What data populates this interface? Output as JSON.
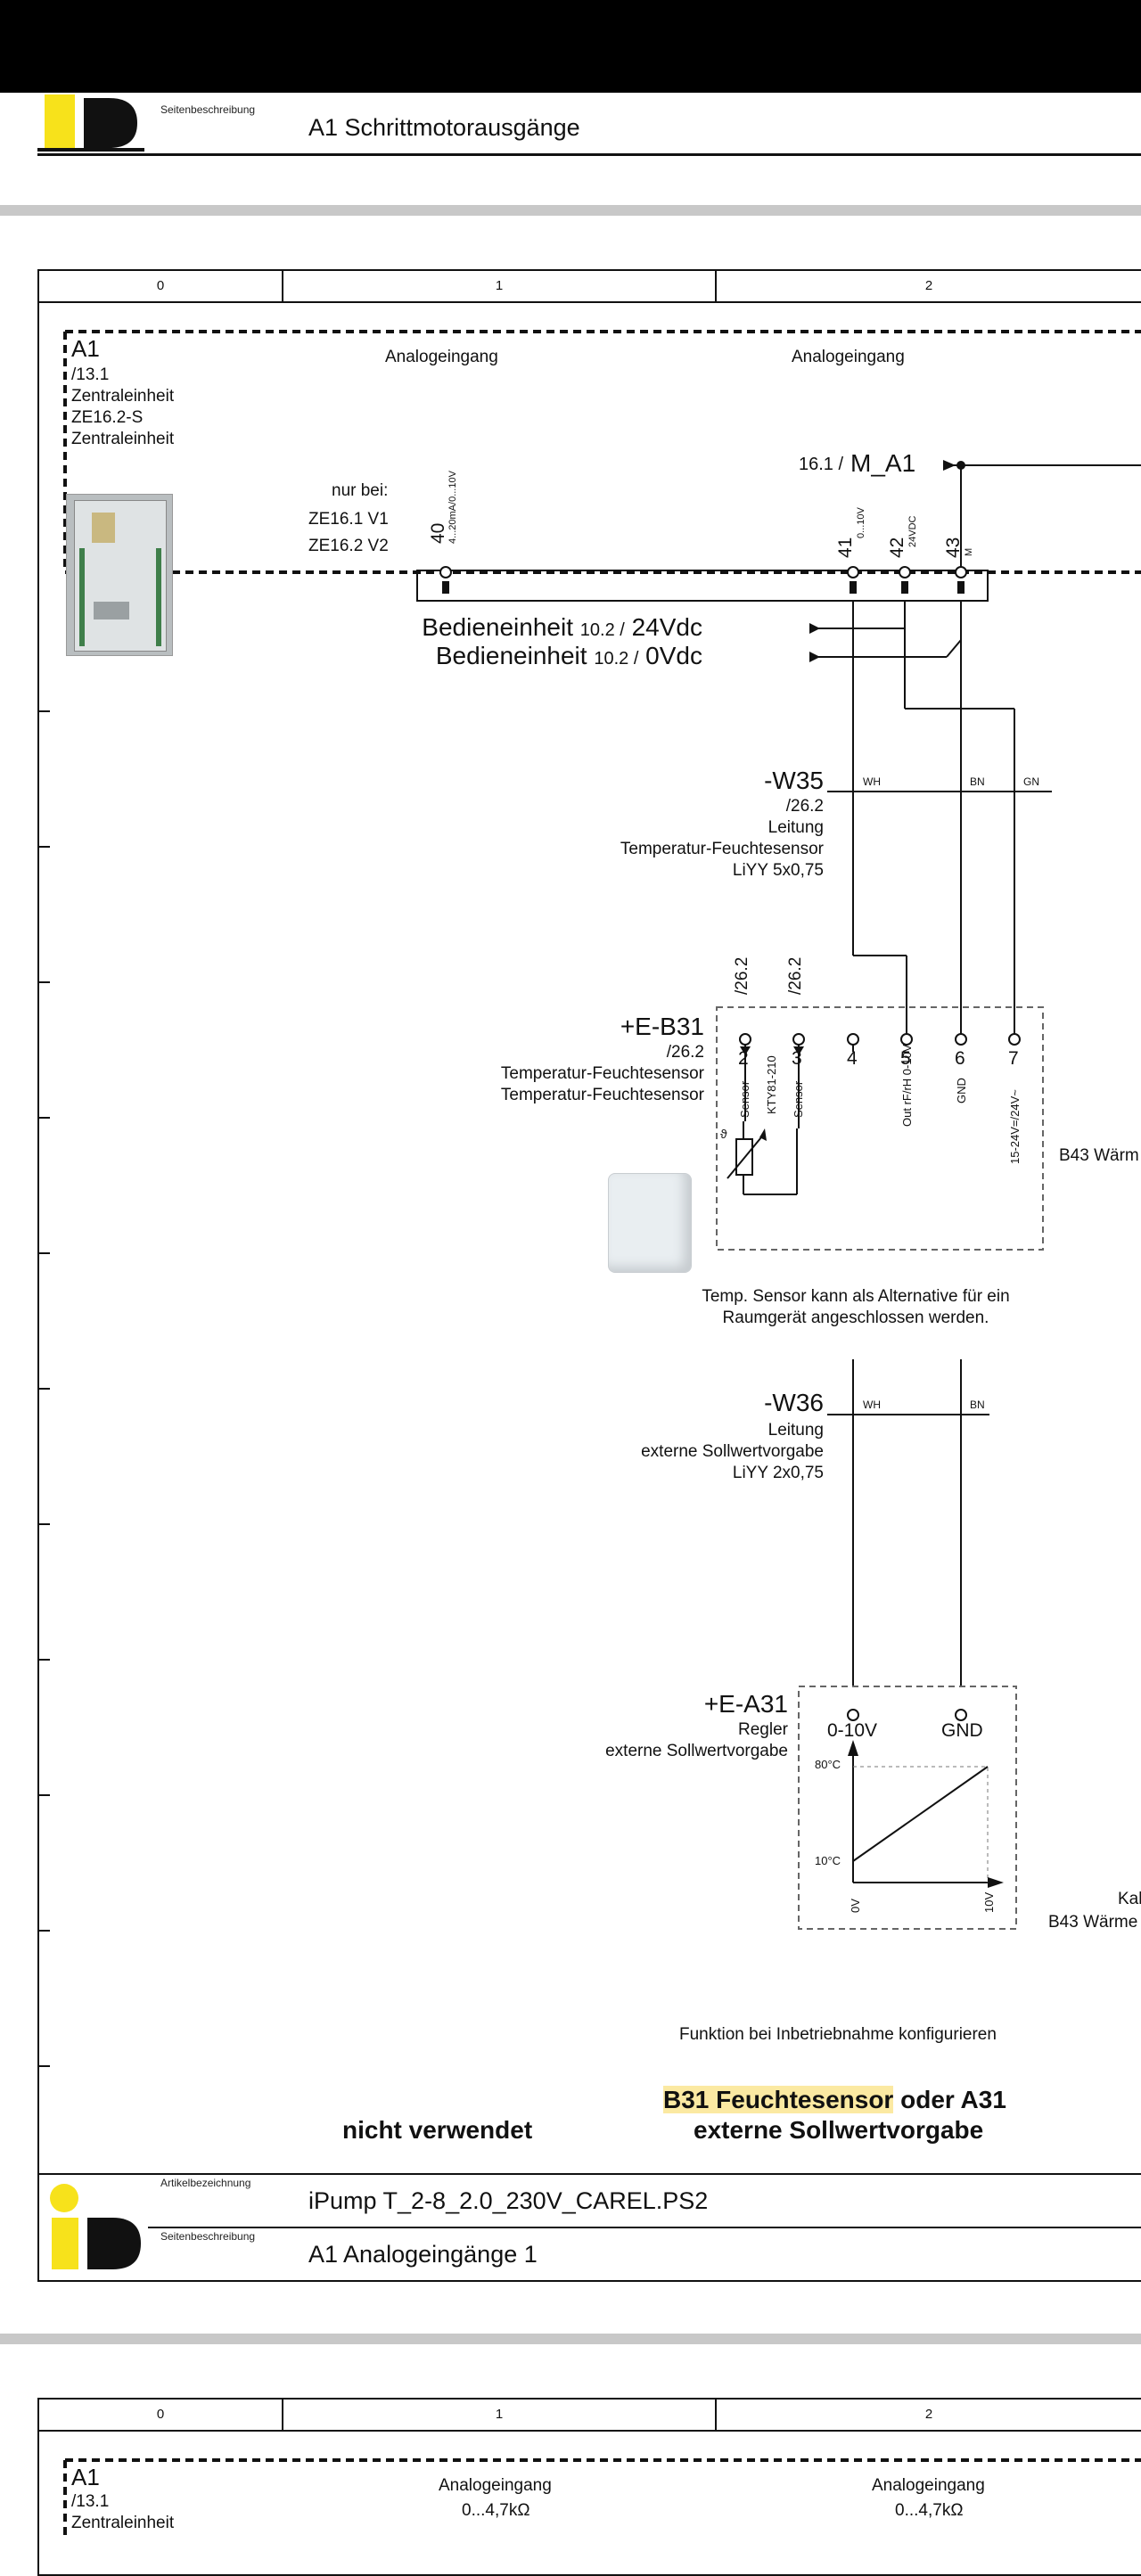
{
  "top_block": {
    "header_label": "Seitenbeschreibung",
    "page_description": "A1 Schrittmotorausgänge"
  },
  "main_page": {
    "columns": [
      "0",
      "1",
      "2"
    ],
    "unit": {
      "name": "A1",
      "ref": "/13.1",
      "line1": "Zentraleinheit",
      "line2": "ZE16.2-S",
      "line3": "Zentraleinheit"
    },
    "col1_heading": "Analogeingang",
    "col2_heading": "Analogeingang",
    "nur_bei": "nur bei:",
    "ze_v1": "ZE16.1 V1",
    "ze_v2": "ZE16.2 V2",
    "ref_m_a1": "16.1 /",
    "label_m_a1": "M_A1",
    "terminals": [
      {
        "num": "40",
        "sub": "4...20mA/0...10V"
      },
      {
        "num": "41",
        "sub": "0...10V"
      },
      {
        "num": "42",
        "sub": "24VDC"
      },
      {
        "num": "43",
        "sub": "M"
      }
    ],
    "bedien1_name": "Bedieneinheit",
    "bedien1_ref": "10.2 /",
    "bedien1_sig": "24Vdc",
    "bedien2_name": "Bedieneinheit",
    "bedien2_ref": "10.2 /",
    "bedien2_sig": "0Vdc",
    "w35": {
      "tag": "-W35",
      "ref": "/26.2",
      "type": "Leitung",
      "desc": "Temperatur-Feuchtesensor",
      "cable": "LiYY 5x0,75",
      "cores": [
        "WH",
        "BN",
        "GN"
      ]
    },
    "b31": {
      "tag": "+E-B31",
      "ref": "/26.2",
      "desc1": "Temperatur-Feuchtesensor",
      "desc2": "Temperatur-Feuchtesensor",
      "top_refs": [
        "/26.2",
        "/26.2"
      ],
      "pins": [
        "2",
        "3",
        "4",
        "5",
        "6",
        "7"
      ],
      "pin_labels": [
        "Sensor",
        "Sensor",
        "Out rF/rH 0-10V",
        "GND",
        "15-24V=/24V~"
      ],
      "part": "KTY81-210",
      "theta": "ϑ",
      "right_note": "B43 Wärm"
    },
    "temp_note1": "Temp. Sensor kann als Alternative für ein",
    "temp_note2": "Raumgerät angeschlossen werden.",
    "w36": {
      "tag": "-W36",
      "type": "Leitung",
      "desc": "externe Sollwertvorgabe",
      "cable": "LiYY 2x0,75",
      "cores": [
        "WH",
        "BN"
      ]
    },
    "a31": {
      "tag": "+E-A31",
      "type": "Regler",
      "desc": "externe Sollwertvorgabe",
      "pin1": "0-10V",
      "pin2": "GND",
      "y_top": "80°C",
      "y_bottom": "10°C",
      "x_left": "0V",
      "x_right": "10V"
    },
    "right_note_kal": "Kal",
    "right_note_b43": "B43 Wärme",
    "config_note": "Funktion bei Inbetriebnahme konfigurieren",
    "label_unused": "nicht verwendet",
    "option_highlight": "B31 Feuchtesensor",
    "option_rest": " oder A31",
    "option_line2": "externe Sollwertvorgabe",
    "footer": {
      "article_label": "Artikelbezeichnung",
      "article_value": "iPump T_2-8_2.0_230V_CAREL.PS2",
      "desc_label": "Seitenbeschreibung",
      "desc_value": "A1 Analogeingänge 1"
    }
  },
  "next_page": {
    "columns": [
      "0",
      "1",
      "2"
    ],
    "unit_name": "A1",
    "unit_ref": "/13.1",
    "unit_line1": "Zentraleinheit",
    "col1_heading": "Analogeingang",
    "col1_range": "0...4,7kΩ",
    "col2_heading": "Analogeingang",
    "col2_range": "0...4,7kΩ"
  },
  "colors": {
    "logo_yellow": "#f7e21b",
    "highlight": "#fbe9a2",
    "separator": "#c8c8c8"
  }
}
